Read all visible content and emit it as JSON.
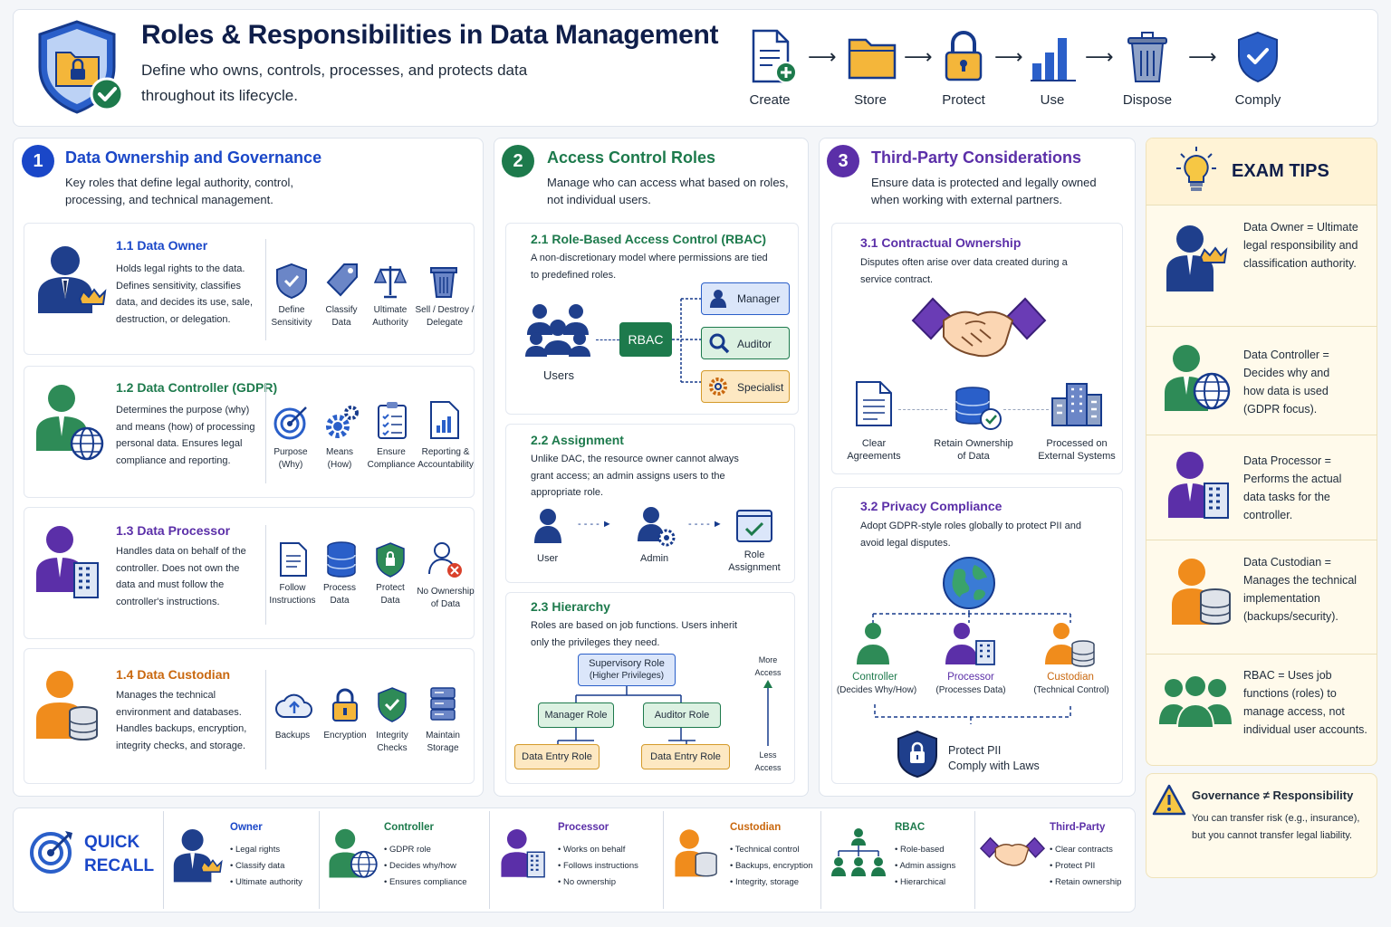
{
  "header": {
    "title": "Roles & Responsibilities in Data Management",
    "subtitle": "Define who owns, controls, processes, and protects data throughout its lifecycle.",
    "lifecycle": [
      "Create",
      "Store",
      "Protect",
      "Use",
      "Dispose",
      "Comply"
    ]
  },
  "section1": {
    "num": "1",
    "title": "Data Ownership and Governance",
    "desc": "Key roles that define legal authority, control, processing, and technical management.",
    "owner": {
      "title": "1.1  Data Owner",
      "desc": "Holds legal rights to the data. Defines sensitivity, classifies data, and decides its use, sale, destruction, or delegation.",
      "icons": [
        "Define Sensitivity",
        "Classify Data",
        "Ultimate Authority",
        "Sell / Destroy / Delegate"
      ]
    },
    "controller": {
      "title": "1.2  Data Controller (GDPR)",
      "desc": "Determines the purpose (why) and means (how) of processing personal data. Ensures legal compliance and reporting.",
      "icons": [
        "Purpose (Why)",
        "Means (How)",
        "Ensure Compliance",
        "Reporting & Accountability"
      ]
    },
    "processor": {
      "title": "1.3  Data Processor",
      "desc": "Handles data on behalf of the controller. Does not own the data and must follow the controller's instructions.",
      "icons": [
        "Follow Instructions",
        "Process Data",
        "Protect Data",
        "No Ownership of Data"
      ]
    },
    "custodian": {
      "title": "1.4  Data Custodian",
      "desc": "Manages the technical environment and databases. Handles backups, encryption, integrity checks, and storage.",
      "icons": [
        "Backups",
        "Encryption",
        "Integrity Checks",
        "Maintain Storage"
      ]
    }
  },
  "section2": {
    "num": "2",
    "title": "Access Control Roles",
    "desc": "Manage who can access what based on roles, not individual users.",
    "rbac": {
      "title": "2.1  Role-Based Access Control (RBAC)",
      "desc": "A non-discretionary model where permissions are tied to predefined roles.",
      "users": "Users",
      "center": "RBAC",
      "roles": [
        "Manager",
        "Auditor",
        "Specialist"
      ]
    },
    "assignment": {
      "title": "2.2  Assignment",
      "desc": "Unlike DAC, the resource owner cannot always grant access; an admin assigns users to the appropriate role.",
      "user": "User",
      "admin": "Admin",
      "role": "Role Assignment"
    },
    "hierarchy": {
      "title": "2.3  Hierarchy",
      "desc": "Roles are based on job functions. Users inherit only the privileges they need.",
      "top": "Supervisory Role",
      "top_sub": "(Higher Privileges)",
      "mid1": "Manager Role",
      "mid2": "Auditor Role",
      "low1": "Data Entry Role",
      "low2": "Data Entry Role",
      "more": "More Access",
      "less": "Less Access"
    }
  },
  "section3": {
    "num": "3",
    "title": "Third-Party Considerations",
    "desc": "Ensure data is protected and legally owned when working with external partners.",
    "contract": {
      "title": "3.1  Contractual Ownership",
      "desc": "Disputes often arise over data created during a service contract.",
      "items": [
        "Clear Agreements",
        "Retain Ownership of Data",
        "Processed on External Systems"
      ]
    },
    "privacy": {
      "title": "3.2  Privacy Compliance",
      "desc": "Adopt GDPR-style roles globally to protect PII and avoid legal disputes.",
      "roles": [
        {
          "name": "Controller",
          "sub": "(Decides Why/How)"
        },
        {
          "name": "Processor",
          "sub": "(Processes Data)"
        },
        {
          "name": "Custodian",
          "sub": "(Technical Control)"
        }
      ],
      "footer1": "Protect PII",
      "footer2": "Comply with Laws"
    }
  },
  "tips": {
    "title": "EXAM TIPS",
    "items": [
      "Data Owner = Ultimate legal responsibility and classification authority.",
      "Data Controller = Decides why and how data is used (GDPR focus).",
      "Data Processor = Performs the actual data tasks for the controller.",
      "Data Custodian = Manages the technical implementation (backups/security).",
      "RBAC = Uses job functions (roles) to manage access, not individual user accounts."
    ],
    "warn_title": "Governance ≠ Responsibility",
    "warn_desc": "You can transfer risk (e.g., insurance), but you cannot transfer legal liability."
  },
  "quick": {
    "title1": "QUICK",
    "title2": "RECALL",
    "cards": [
      {
        "title": "Owner",
        "items": [
          "• Legal rights",
          "• Classify data",
          "• Ultimate authority"
        ]
      },
      {
        "title": "Controller",
        "items": [
          "• GDPR role",
          "• Decides why/how",
          "• Ensures compliance"
        ]
      },
      {
        "title": "Processor",
        "items": [
          "• Works on behalf",
          "• Follows instructions",
          "• No ownership"
        ]
      },
      {
        "title": "Custodian",
        "items": [
          "• Technical control",
          "• Backups, encryption",
          "• Integrity, storage"
        ]
      },
      {
        "title": "RBAC",
        "items": [
          "• Role-based",
          "• Admin assigns",
          "• Hierarchical"
        ]
      },
      {
        "title": "Third-Party",
        "items": [
          "• Clear contracts",
          "• Protect PII",
          "• Retain ownership"
        ]
      }
    ]
  },
  "colors": {
    "blue": "#1a47c8",
    "green": "#1d7a4c",
    "purple": "#5b2fa8",
    "orange": "#c9680f",
    "navy": "#0f1e4a",
    "gold": "#f4b63a"
  }
}
